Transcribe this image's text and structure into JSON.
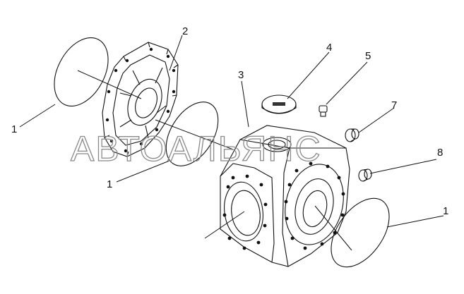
{
  "callouts": {
    "c1_left": "1",
    "c1_mid": "1",
    "c1_right": "1",
    "c2": "2",
    "c3": "3",
    "c4": "4",
    "c5": "5",
    "c7": "7",
    "c8": "8"
  },
  "watermark": "АВТОАЛЬЯНС",
  "colors": {
    "line": "#111111",
    "background": "#ffffff",
    "watermark": "#8a8a8a"
  }
}
